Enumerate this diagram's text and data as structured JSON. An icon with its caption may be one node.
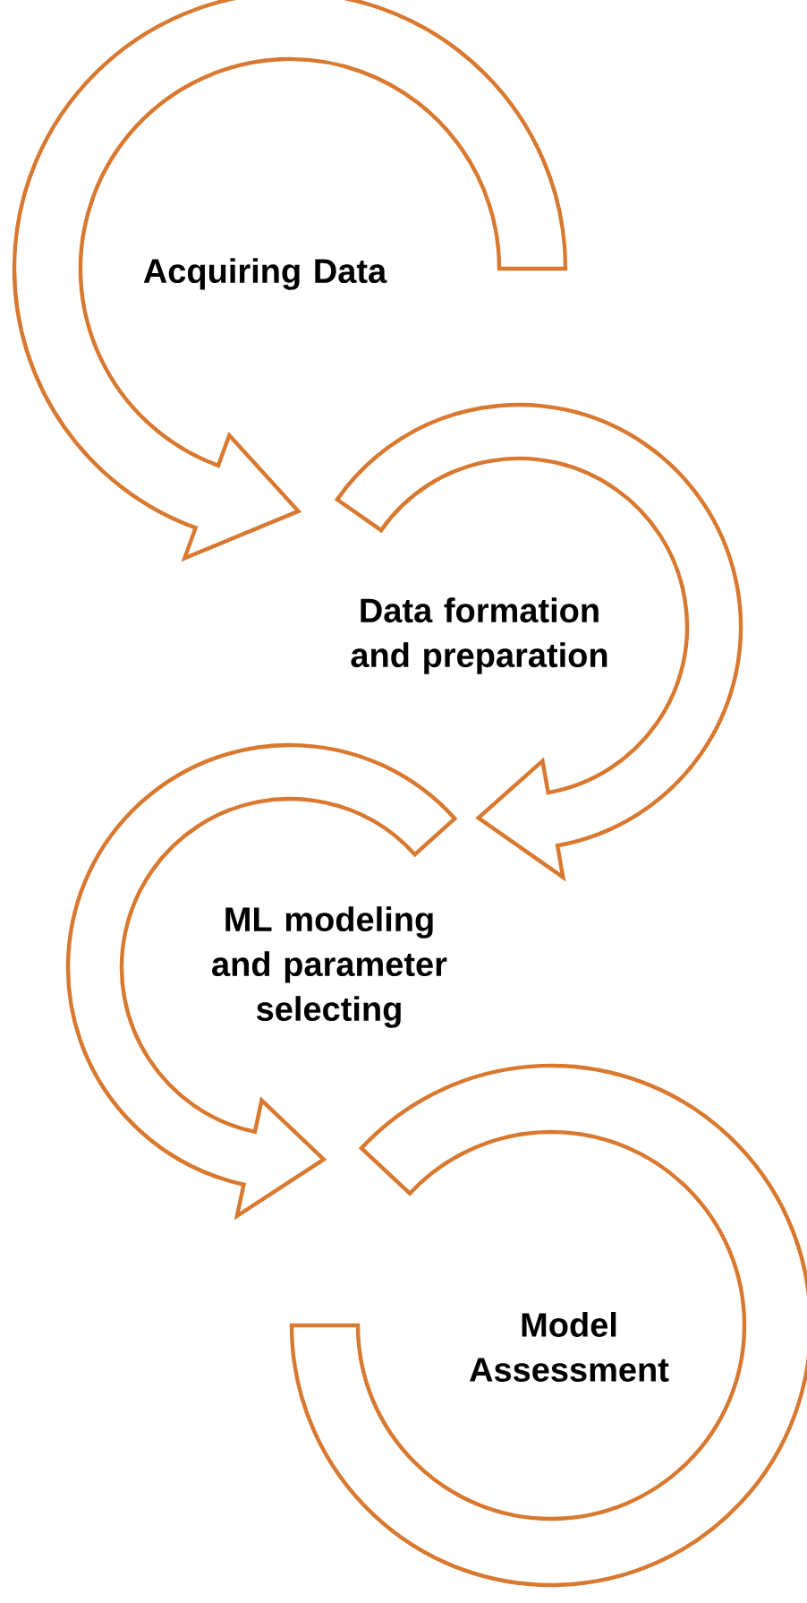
{
  "diagram": {
    "nodes": [
      {
        "text": [
          "Acquiring Data"
        ]
      },
      {
        "text": [
          "Data formation and preparation"
        ]
      },
      {
        "text": [
          "ML modeling and parameter selecting"
        ]
      },
      {
        "text": [
          "Model Assessment"
        ]
      }
    ],
    "edges": [
      {
        "from": 0,
        "to": 1,
        "arrow": "to"
      },
      {
        "from": 1,
        "to": 2,
        "arrow": "to"
      },
      {
        "from": 2,
        "to": 3,
        "arrow": "to"
      }
    ]
  }
}
